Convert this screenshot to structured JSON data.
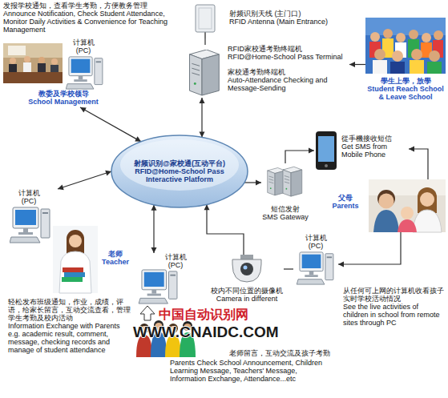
{
  "diagram": {
    "nodes": [
      {
        "text": [
          "射频识别天线 (主门口)",
          "RFID Antenna (Main Entrance)"
        ]
      },
      {
        "text": [
          "计算机 (PC)",
          "教委及学校领导",
          "School Management"
        ]
      },
      {
        "text": [
          "RFID家校通考勤终端机",
          "RFID@Home-School Pass Terminal",
          "家校通考勤终端机",
          "Auto-Attendance Checking and Message-Sending"
        ]
      },
      {
        "text": [
          "學生上學，放學",
          "Student Reach School & Leave School"
        ]
      },
      {
        "text": [
          "射频识别@家校通(互动平台)",
          "RFID@Home-School Pass Interactive Platform"
        ]
      },
      {
        "text": [
          "從手機接收短信",
          "Get SMS from Mobile Phone"
        ]
      },
      {
        "text": [
          "短信发射",
          "SMS Gateway"
        ]
      },
      {
        "text": [
          "计算机 (PC)",
          "老师",
          "Teacher"
        ]
      },
      {
        "text": [
          "父母",
          "Parents"
        ]
      },
      {
        "text": [
          "计算机 (PC)"
        ]
      },
      {
        "text": [
          "计算机 (PC)"
        ]
      },
      {
        "text": [
          "校内不同位置的摄像机",
          "Camera in different"
        ]
      }
    ],
    "edges": [
      {
        "from": 0,
        "to": 2,
        "arrow": "none"
      },
      {
        "from": 3,
        "to": 2,
        "arrow": "to"
      },
      {
        "from": 2,
        "to": 4,
        "arrow": "both"
      },
      {
        "from": 4,
        "to": 1,
        "arrow": "both"
      },
      {
        "from": 4,
        "to": 6,
        "arrow": "to"
      },
      {
        "from": 6,
        "to": 5,
        "arrow": "to"
      },
      {
        "from": 8,
        "to": 5,
        "arrow": "to"
      },
      {
        "from": 4,
        "to": 7,
        "arrow": "both"
      },
      {
        "from": 4,
        "to": 10,
        "arrow": "both"
      },
      {
        "from": 11,
        "to": 4,
        "arrow": "to"
      },
      {
        "from": 8,
        "to": 9,
        "arrow": "to"
      },
      {
        "from": 11,
        "to": 9,
        "arrow": "none"
      }
    ],
    "labels": [
      "发报学校通知，查看学生考勤，方便教务管理",
      "Announce Notification, Check Student Attendance, Monitor Daily Activities & Convenience for Teaching Management",
      "从任何可上网的计算机收看孩子实时学校活动情况",
      "See the live activities of children in school from remote sites through PC",
      "轻松发布班级通知，作业，成绩，评语，给家长留言，互动交流查看，管理学生考勤及校内活动",
      "Information Exchange with Parents e.g. academic result, comment, message, checking records and manage of student attendance",
      "中国自动识别网",
      "WWW.CNAIDC.COM",
      "老师留言，互动交流及孩子考勤",
      "Parents Check School Announcement, Children Learning Message, Teachers' Message, Information Exchange, Attendance...etc"
    ]
  }
}
